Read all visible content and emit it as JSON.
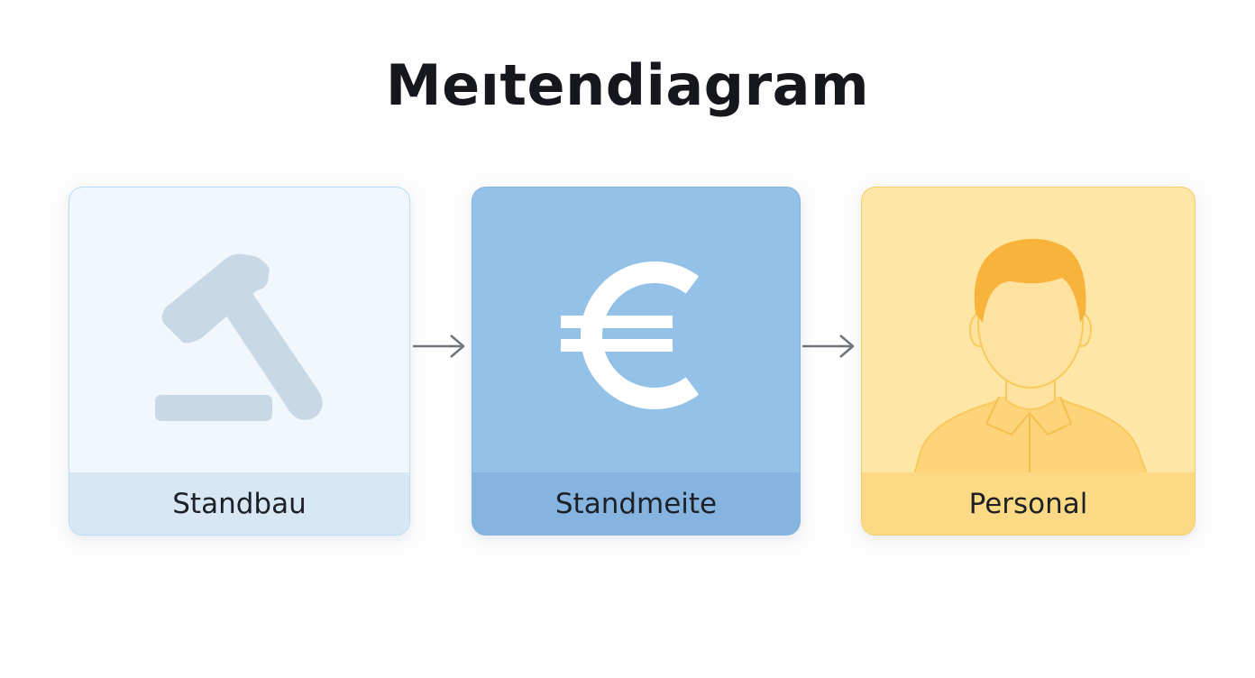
{
  "title": "Meıtendiagram",
  "steps": [
    {
      "label": "Standbau",
      "icon": "gavel-icon",
      "color": "#f1f7fc"
    },
    {
      "label": "Standmeite",
      "icon": "euro-icon",
      "color": "#94c1e7"
    },
    {
      "label": "Personal",
      "icon": "person-icon",
      "color": "#fde6a6"
    }
  ]
}
